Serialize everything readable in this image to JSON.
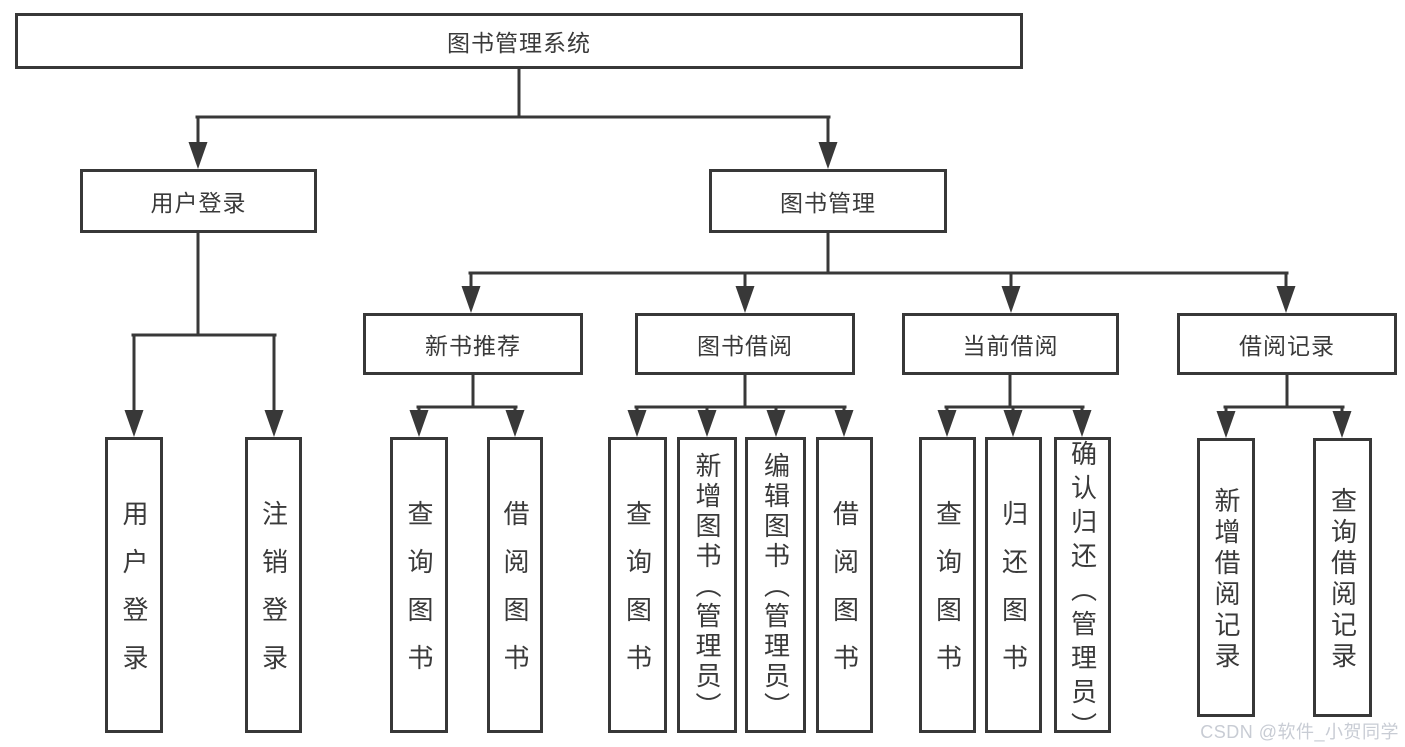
{
  "diagram": {
    "root": "图书管理系统",
    "branches": [
      {
        "label": "用户登录",
        "children": [
          "用户登录",
          "注销登录"
        ]
      },
      {
        "label": "图书管理",
        "groups": [
          {
            "label": "新书推荐",
            "children": [
              "查询图书",
              "借阅图书"
            ]
          },
          {
            "label": "图书借阅",
            "children": [
              "查询图书",
              "新增图书（管理员）",
              "编辑图书（管理员）",
              "借阅图书"
            ]
          },
          {
            "label": "当前借阅",
            "children": [
              "查询图书",
              "归还图书",
              "确认归还（管理员）"
            ]
          },
          {
            "label": "借阅记录",
            "children": [
              "新增借阅记录",
              "查询借阅记录"
            ]
          }
        ]
      }
    ]
  },
  "watermark": {
    "text": "CSDN @软件_小贺同学"
  },
  "colors": {
    "line": "#383838",
    "text": "#3a3a3a",
    "watermark": "#c8ccd4",
    "background": "#ffffff"
  }
}
